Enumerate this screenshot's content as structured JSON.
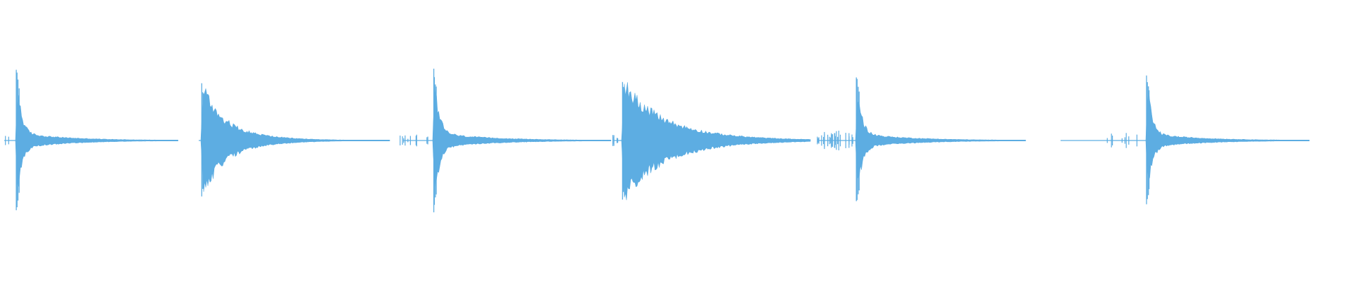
{
  "waveform": {
    "color": "#5dade2",
    "baseline_color": "#5dade2",
    "background": "#ffffff",
    "clips": [
      {
        "label": "",
        "peak_amplitude": 0.52,
        "decay_shape": "sharp",
        "pre_noise": "minimal"
      },
      {
        "label": "",
        "peak_amplitude": 0.4,
        "decay_shape": "smooth",
        "pre_noise": "none"
      },
      {
        "label": "",
        "peak_amplitude": 0.51,
        "decay_shape": "sharp",
        "pre_noise": "scattered"
      },
      {
        "label": "",
        "peak_amplitude": 0.42,
        "decay_shape": "broad",
        "pre_noise": "small"
      },
      {
        "label": "",
        "peak_amplitude": 0.48,
        "decay_shape": "sharp",
        "pre_noise": "dense"
      },
      {
        "label": "",
        "peak_amplitude": 0.48,
        "decay_shape": "sharp",
        "pre_noise": "sparse"
      }
    ]
  }
}
